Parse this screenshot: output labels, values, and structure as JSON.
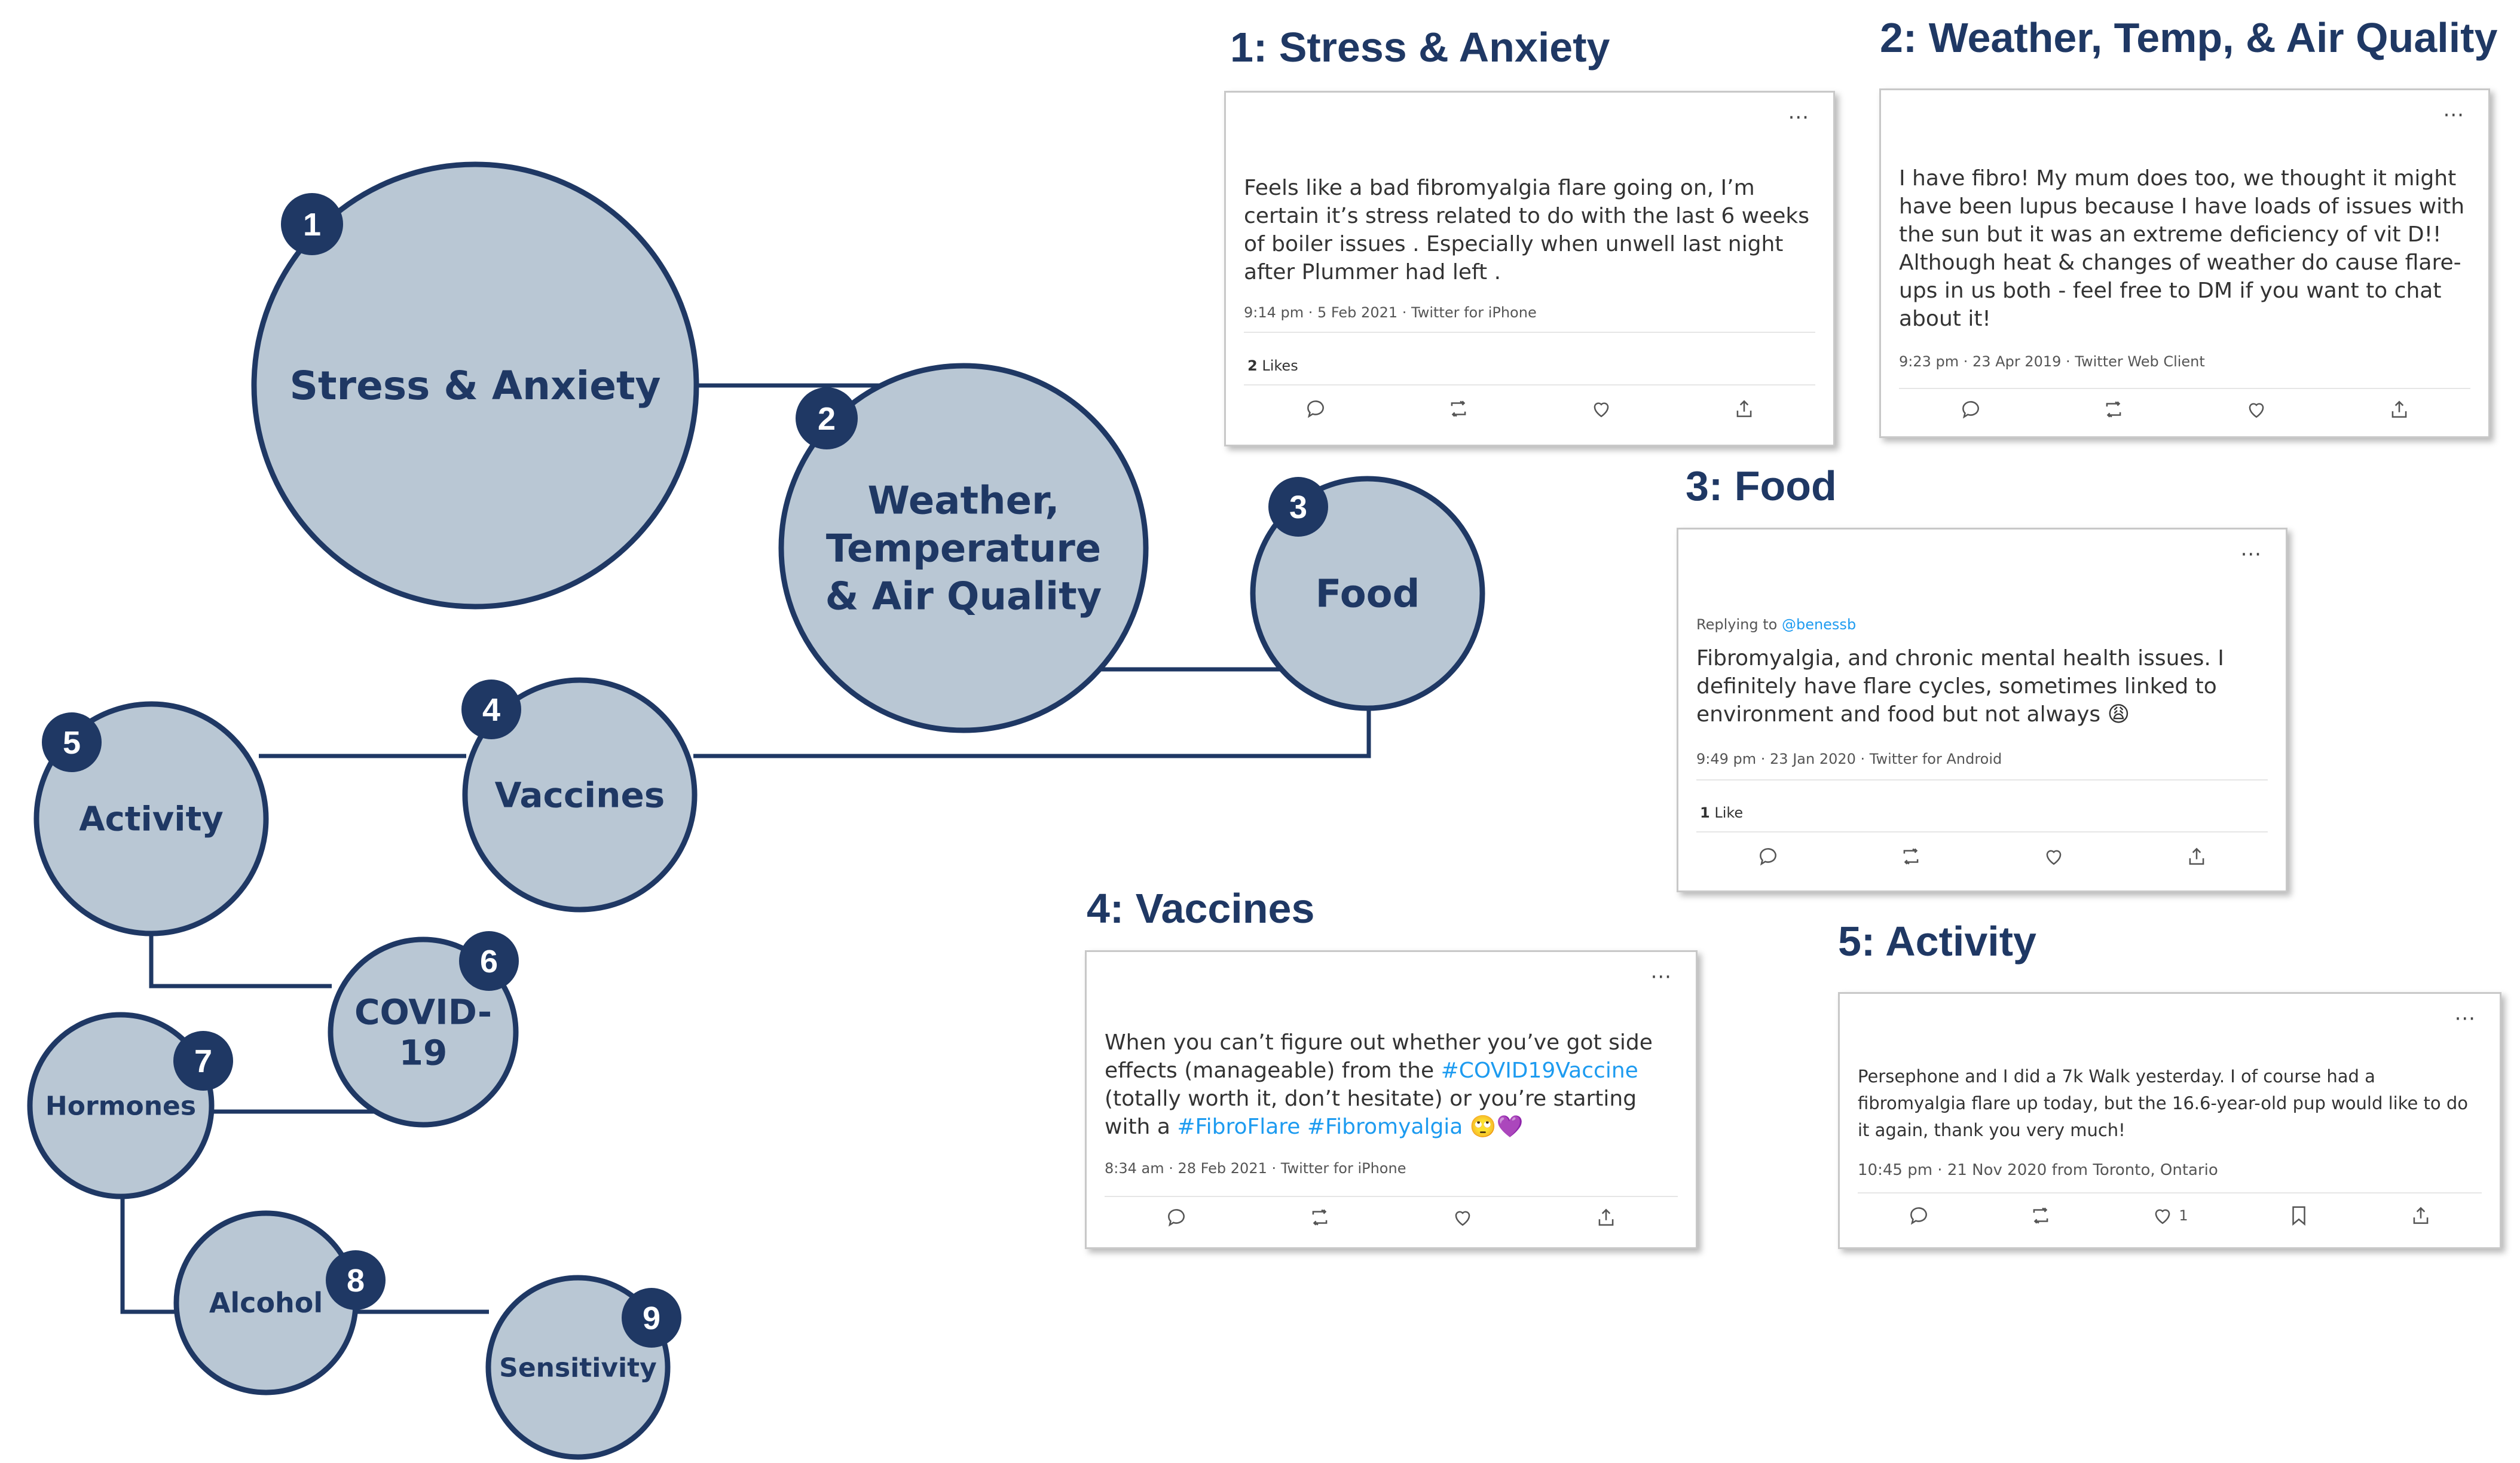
{
  "nodes": [
    {
      "id": 1,
      "badge": "1",
      "label": [
        "Stress & Anxiety"
      ]
    },
    {
      "id": 2,
      "badge": "2",
      "label": [
        "Weather,",
        "Temperature",
        "& Air Quality"
      ]
    },
    {
      "id": 3,
      "badge": "3",
      "label": [
        "Food"
      ]
    },
    {
      "id": 4,
      "badge": "4",
      "label": [
        "Vaccines"
      ]
    },
    {
      "id": 5,
      "badge": "5",
      "label": [
        "Activity"
      ]
    },
    {
      "id": 6,
      "badge": "6",
      "label": [
        "COVID-",
        "19"
      ]
    },
    {
      "id": 7,
      "badge": "7",
      "label": [
        "Hormones"
      ]
    },
    {
      "id": 8,
      "badge": "8",
      "label": [
        "Alcohol"
      ]
    },
    {
      "id": 9,
      "badge": "9",
      "label": [
        "Sensitivity"
      ]
    }
  ],
  "colors": {
    "node_fill": "#b9c7d4",
    "node_stroke": "#1f3864",
    "badge_fill": "#1f3864",
    "heading": "#1f3864",
    "link": "#1d9bf0"
  },
  "headings": {
    "h1": "1: Stress & Anxiety",
    "h2": "2: Weather, Temp, & Air Quality",
    "h3": "3: Food",
    "h4": "4: Vaccines",
    "h5": "5: Activity"
  },
  "tweets": {
    "t1": {
      "more": "···",
      "body": "Feels like a bad fibromyalgia flare going on, I’m certain it’s stress related to do with the last 6 weeks of boiler issues . Especially when unwell last night after Plummer had left .",
      "meta": "9:14 pm · 5 Feb 2021 · Twitter for iPhone",
      "likes_count": "2",
      "likes_word": "Likes"
    },
    "t2": {
      "more": "···",
      "body": "I have fibro! My mum does too, we thought it might have been lupus because I have loads of issues with the sun but it was an extreme deficiency of vit D!! Although heat & changes of weather do cause flare-ups in us both - feel free to DM if you want to chat about it!",
      "meta": "9:23 pm · 23 Apr 2019 · Twitter Web Client"
    },
    "t3": {
      "more": "···",
      "reply_prefix": "Replying to",
      "reply_handle": "@benessb",
      "body": "Fibromyalgia, and chronic mental health issues. I definitely have flare cycles, sometimes linked to environment and food but not always",
      "emoji": "😩",
      "meta": "9:49 pm · 23 Jan 2020 · Twitter for Android",
      "likes_count": "1",
      "likes_word": "Like"
    },
    "t4": {
      "more": "···",
      "body_1": "When you can’t figure out whether you’ve got side effects (manageable) from the",
      "hashtag_1": "#COVID19Vaccine",
      "body_2": "(totally worth it, don’t hesitate) or you’re starting with a",
      "hashtag_2": "#FibroFlare",
      "hashtag_3": "#Fibromyalgia",
      "emoji": "🙄💜",
      "meta": "8:34 am · 28 Feb 2021 · Twitter for iPhone"
    },
    "t5": {
      "more": "···",
      "body": "Persephone and I did a 7k Walk yesterday. I of course had a fibromyalgia flare up today, but the 16.6-year-old pup would like to do it again, thank you very much!",
      "meta": "10:45 pm · 21 Nov 2020 from Toronto, Ontario",
      "like_count": "1"
    }
  }
}
